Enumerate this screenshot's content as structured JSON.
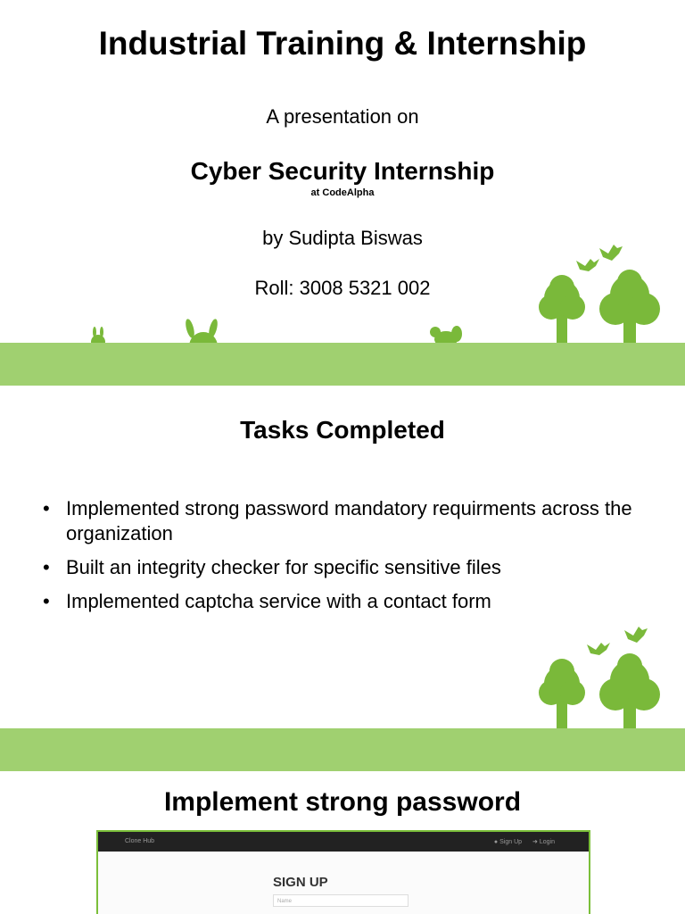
{
  "slide1": {
    "title": "Industrial Training & Internship",
    "intro": "A presentation on",
    "topic": "Cyber Security Internship",
    "org": "at CodeAlpha",
    "author": "by Sudipta Biswas",
    "roll": "Roll: 3008 5321 002"
  },
  "slide2": {
    "title": "Tasks Completed",
    "bullet_symbol": "•",
    "tasks": [
      "Implemented strong password mandatory requirments across the organization",
      "Built an integrity checker for specific sensitive files",
      "Implemented captcha service with a contact form"
    ]
  },
  "slide3": {
    "title": "Implement strong password",
    "screenshot": {
      "brand": "Clone Hub",
      "signup_link": "Sign Up",
      "login_link": "Login",
      "heading": "SIGN UP",
      "name_placeholder": "Name"
    }
  },
  "colors": {
    "ground": "#a0d070",
    "foliage": "#7ab93a",
    "screenshot_border": "#7bbf3a"
  }
}
